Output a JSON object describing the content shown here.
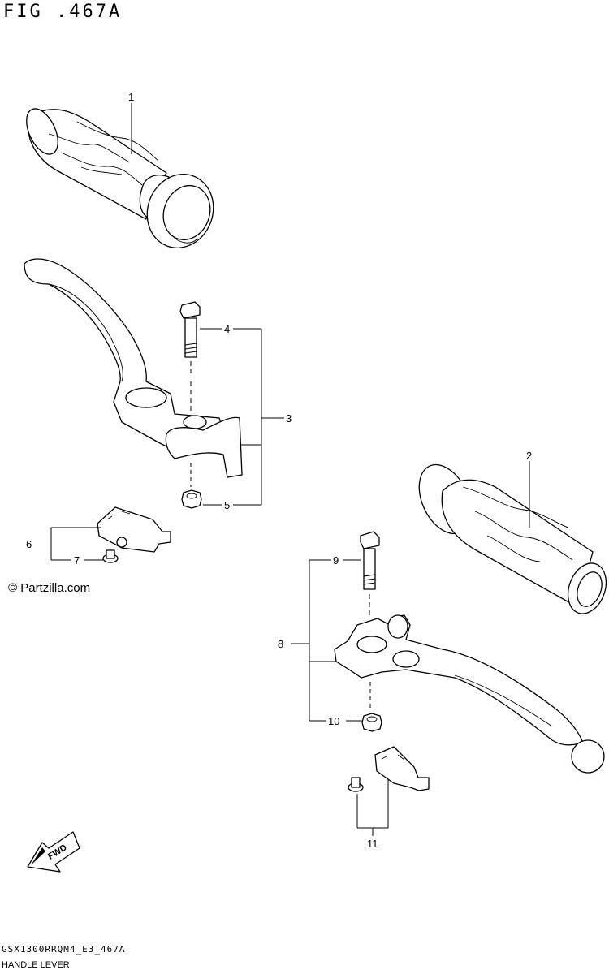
{
  "figure": {
    "title": "FIG .467A",
    "code": "GSX1300RRQM4_E3_467A",
    "name": "HANDLE LEVER",
    "watermark": "© Partzilla.com",
    "fwd_label": "FWD"
  },
  "callouts": [
    {
      "id": "1",
      "label": "1"
    },
    {
      "id": "2",
      "label": "2"
    },
    {
      "id": "3",
      "label": "3"
    },
    {
      "id": "4",
      "label": "4"
    },
    {
      "id": "5",
      "label": "5"
    },
    {
      "id": "6",
      "label": "6"
    },
    {
      "id": "7",
      "label": "7"
    },
    {
      "id": "8",
      "label": "8"
    },
    {
      "id": "9",
      "label": "9"
    },
    {
      "id": "10",
      "label": "10"
    },
    {
      "id": "11",
      "label": "11"
    }
  ]
}
